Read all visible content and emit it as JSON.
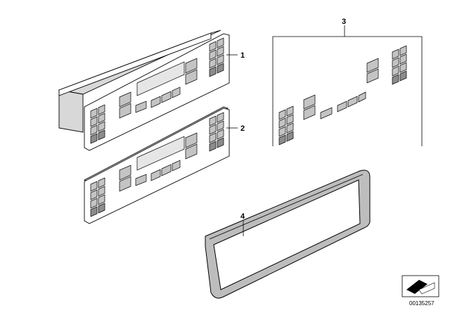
{
  "parts": [
    {
      "number": "1"
    },
    {
      "number": "2"
    },
    {
      "number": "3"
    },
    {
      "number": "4"
    }
  ],
  "document_number": "00135257"
}
